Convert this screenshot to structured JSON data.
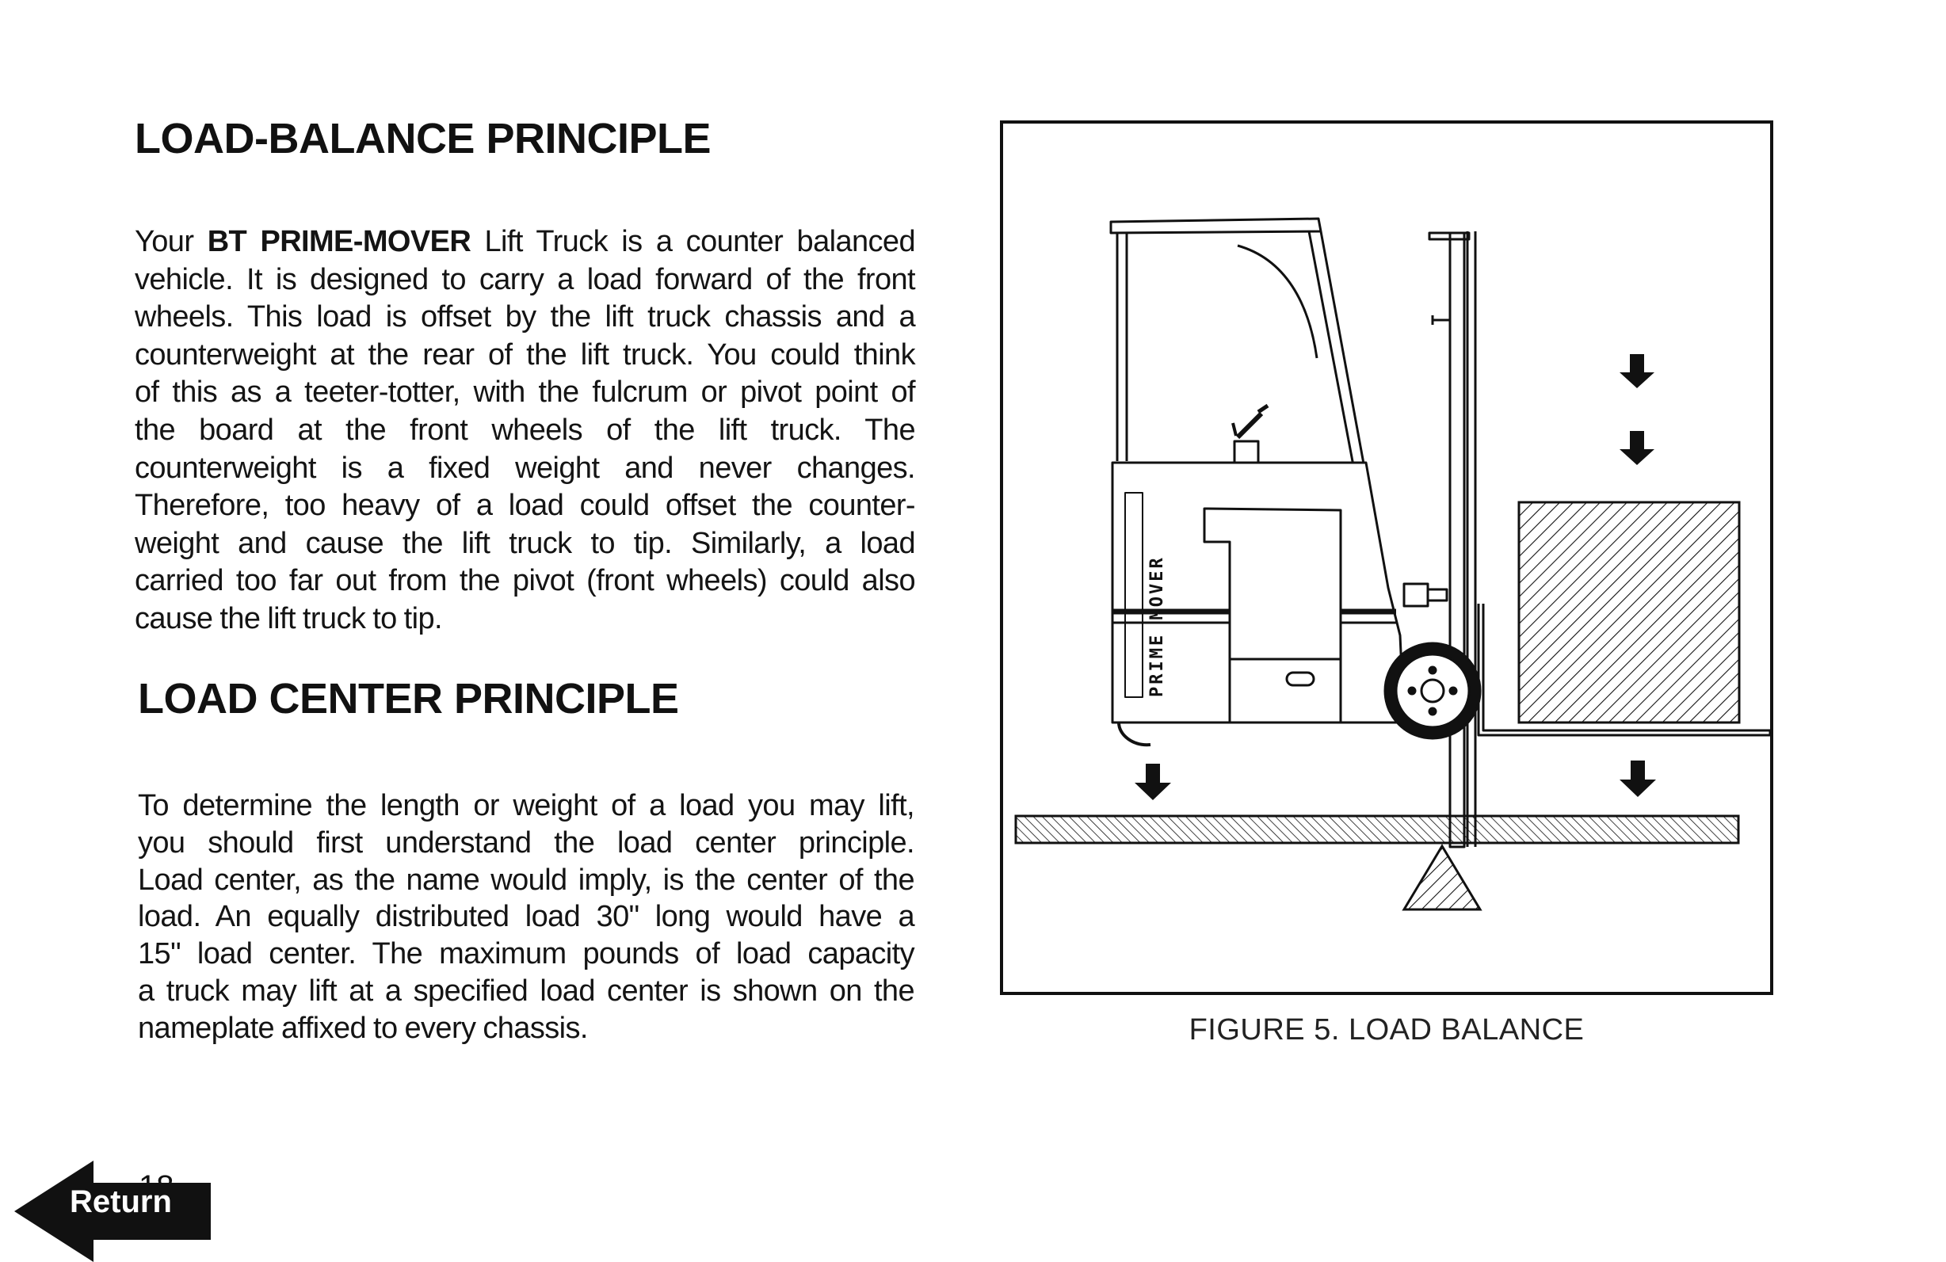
{
  "section1": {
    "heading": "LOAD-BALANCE PRINCIPLE",
    "brand": "BT PRIME-MOVER",
    "lines": [
      "Your",
      "Lift Truck is a counter balanced",
      "vehicle. It is designed to carry a load forward of the front",
      "wheels. This load is offset by the lift truck chassis and a",
      "counterweight at the rear of the lift truck. You could think",
      "of this as a teeter-totter, with the fulcrum or pivot point of",
      "the board at the front wheels of the lift truck. The",
      "counterweight is a fixed weight and never changes.",
      "Therefore, too heavy of a load could offset the counter-",
      "weight and cause the lift truck to tip. Similarly, a load",
      "carried too far out from the pivot (front wheels) could also",
      "cause the lift truck to tip."
    ]
  },
  "section2": {
    "heading": "LOAD CENTER PRINCIPLE",
    "lines": [
      "To determine the length or weight of a load you may lift,",
      "you should first understand the load center principle.",
      "Load center, as the name would imply, is the center of the",
      "load. An equally distributed load 30\" long would have a",
      "15\" load center. The maximum pounds of load capacity",
      "a truck may lift at a specified load center is shown on the",
      "nameplate affixed to every chassis."
    ]
  },
  "figure": {
    "caption": "FIGURE 5.  LOAD BALANCE",
    "truck_label": "PRIME MOVER"
  },
  "page_number": "18",
  "nav": {
    "return_label": "Return"
  },
  "colors": {
    "ink": "#111111",
    "paper": "#ffffff"
  }
}
